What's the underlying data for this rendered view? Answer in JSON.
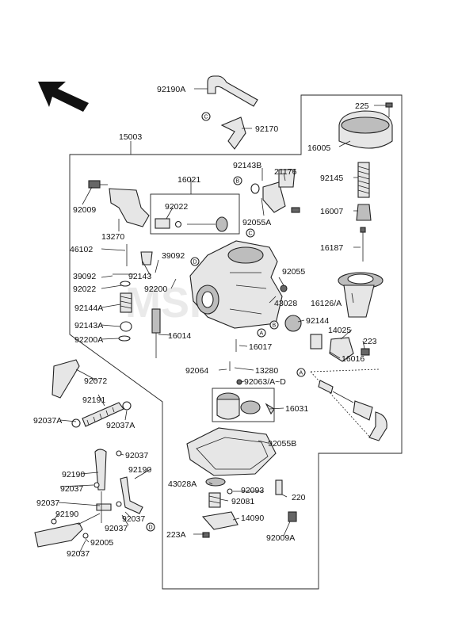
{
  "parts": {
    "p92190A": "92190A",
    "p92170": "92170",
    "p225": "225",
    "p15003": "15003",
    "p16005": "16005",
    "p92143B": "92143B",
    "p21176": "21176",
    "p16021": "16021",
    "p92009": "92009",
    "p92145": "92145",
    "p92022a": "92022",
    "p92055A": "92055A",
    "p16007": "16007",
    "p13270": "13270",
    "p46102": "46102",
    "p16187": "16187",
    "p39092a": "39092",
    "p39092b": "39092",
    "p92143": "92143",
    "p92055": "92055",
    "p92022b": "92022",
    "p92200": "92200",
    "p43028": "43028",
    "p16126A": "16126/A",
    "p92144A": "92144A",
    "p92144": "92144",
    "p14025": "14025",
    "p92143A": "92143A",
    "p16014": "16014",
    "p92200A": "92200A",
    "p16017": "16017",
    "p223": "223",
    "p16016": "16016",
    "p92064": "92064",
    "p13280": "13280",
    "p92072": "92072",
    "p92063": "92063/A~D",
    "p92191": "92191",
    "p16031": "16031",
    "p92037Aa": "92037A",
    "p92037Ab": "92037A",
    "p92055B": "92055B",
    "p92037a": "92037",
    "p92190a": "92190",
    "p92190b": "92190",
    "p92037b": "92037",
    "p43028A": "43028A",
    "p92093": "92093",
    "p220": "220",
    "p92037c": "92037",
    "p92081": "92081",
    "p92190c": "92190",
    "p92037d": "92037",
    "p92037e": "92037",
    "p14090": "14090",
    "p92005": "92005",
    "p223A": "223A",
    "p92009A": "92009A",
    "p92037f": "92037"
  },
  "refs": {
    "a": "A",
    "b": "B",
    "c": "C",
    "d": "D"
  },
  "icons": {
    "front": "front-direction-arrow-icon"
  }
}
